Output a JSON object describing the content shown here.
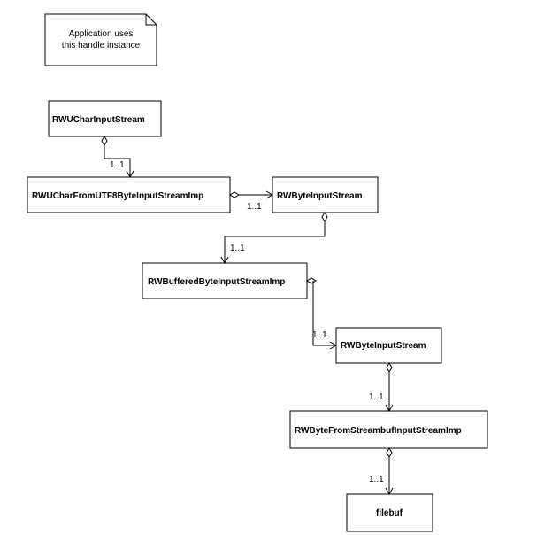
{
  "note": {
    "line1": "Application uses",
    "line2": "this handle instance"
  },
  "classes": {
    "rwuchar_input_stream": "RWUCharInputStream",
    "rwuchar_from_utf8": "RWUCharFromUTF8ByteInputStreamImp",
    "rwbyte_input_stream_1": "RWByteInputStream",
    "rwbuffered": "RWBufferedByteInputStreamImp",
    "rwbyte_input_stream_2": "RWByteInputStream",
    "rwbyte_from_streambuf": "RWByteFromStreambufInputStreamImp",
    "filebuf": "filebuf"
  },
  "multiplicities": {
    "m1": "1..1",
    "m2": "1..1",
    "m3": "1..1",
    "m4": "1..1",
    "m5": "1..1",
    "m6": "1..1"
  }
}
